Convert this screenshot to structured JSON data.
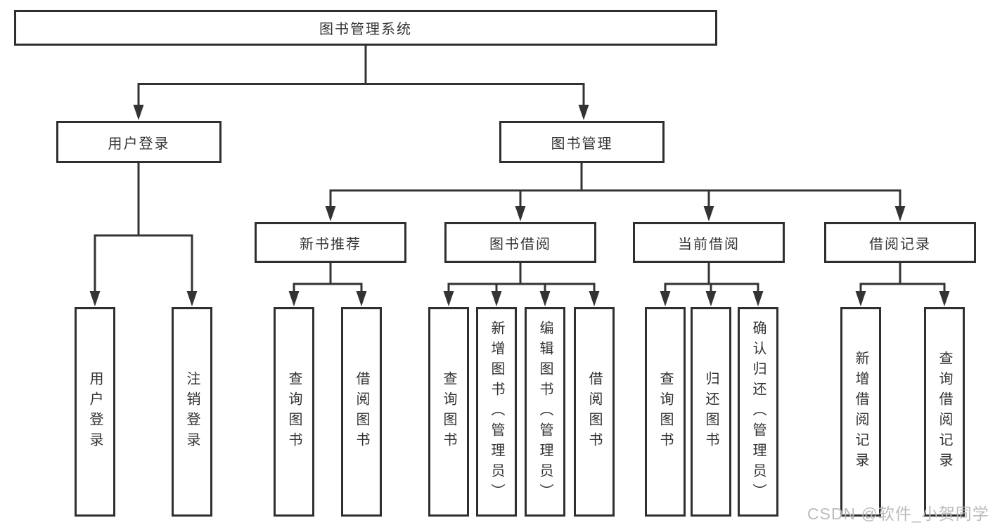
{
  "diagram": {
    "root": "图书管理系统",
    "login": {
      "label": "用户登录",
      "children": [
        "用户登录",
        "注销登录"
      ]
    },
    "management": {
      "label": "图书管理",
      "groups": [
        {
          "label": "新书推荐",
          "children": [
            "查询图书",
            "借阅图书"
          ]
        },
        {
          "label": "图书借阅",
          "children": [
            "查询图书",
            "新增图书（管理员）",
            "编辑图书（管理员）",
            "借阅图书"
          ]
        },
        {
          "label": "当前借阅",
          "children": [
            "查询图书",
            "归还图书",
            "确认归还（管理员）"
          ]
        },
        {
          "label": "借阅记录",
          "children": [
            "新增借阅记录",
            "查询借阅记录"
          ]
        }
      ]
    }
  },
  "watermark": "CSDN @软件_小贺同学",
  "colors": {
    "background": "#ffffff",
    "line": "#333333",
    "box_border": "#2f2f2f",
    "text": "#333333",
    "watermark": "#b9b9b9"
  }
}
